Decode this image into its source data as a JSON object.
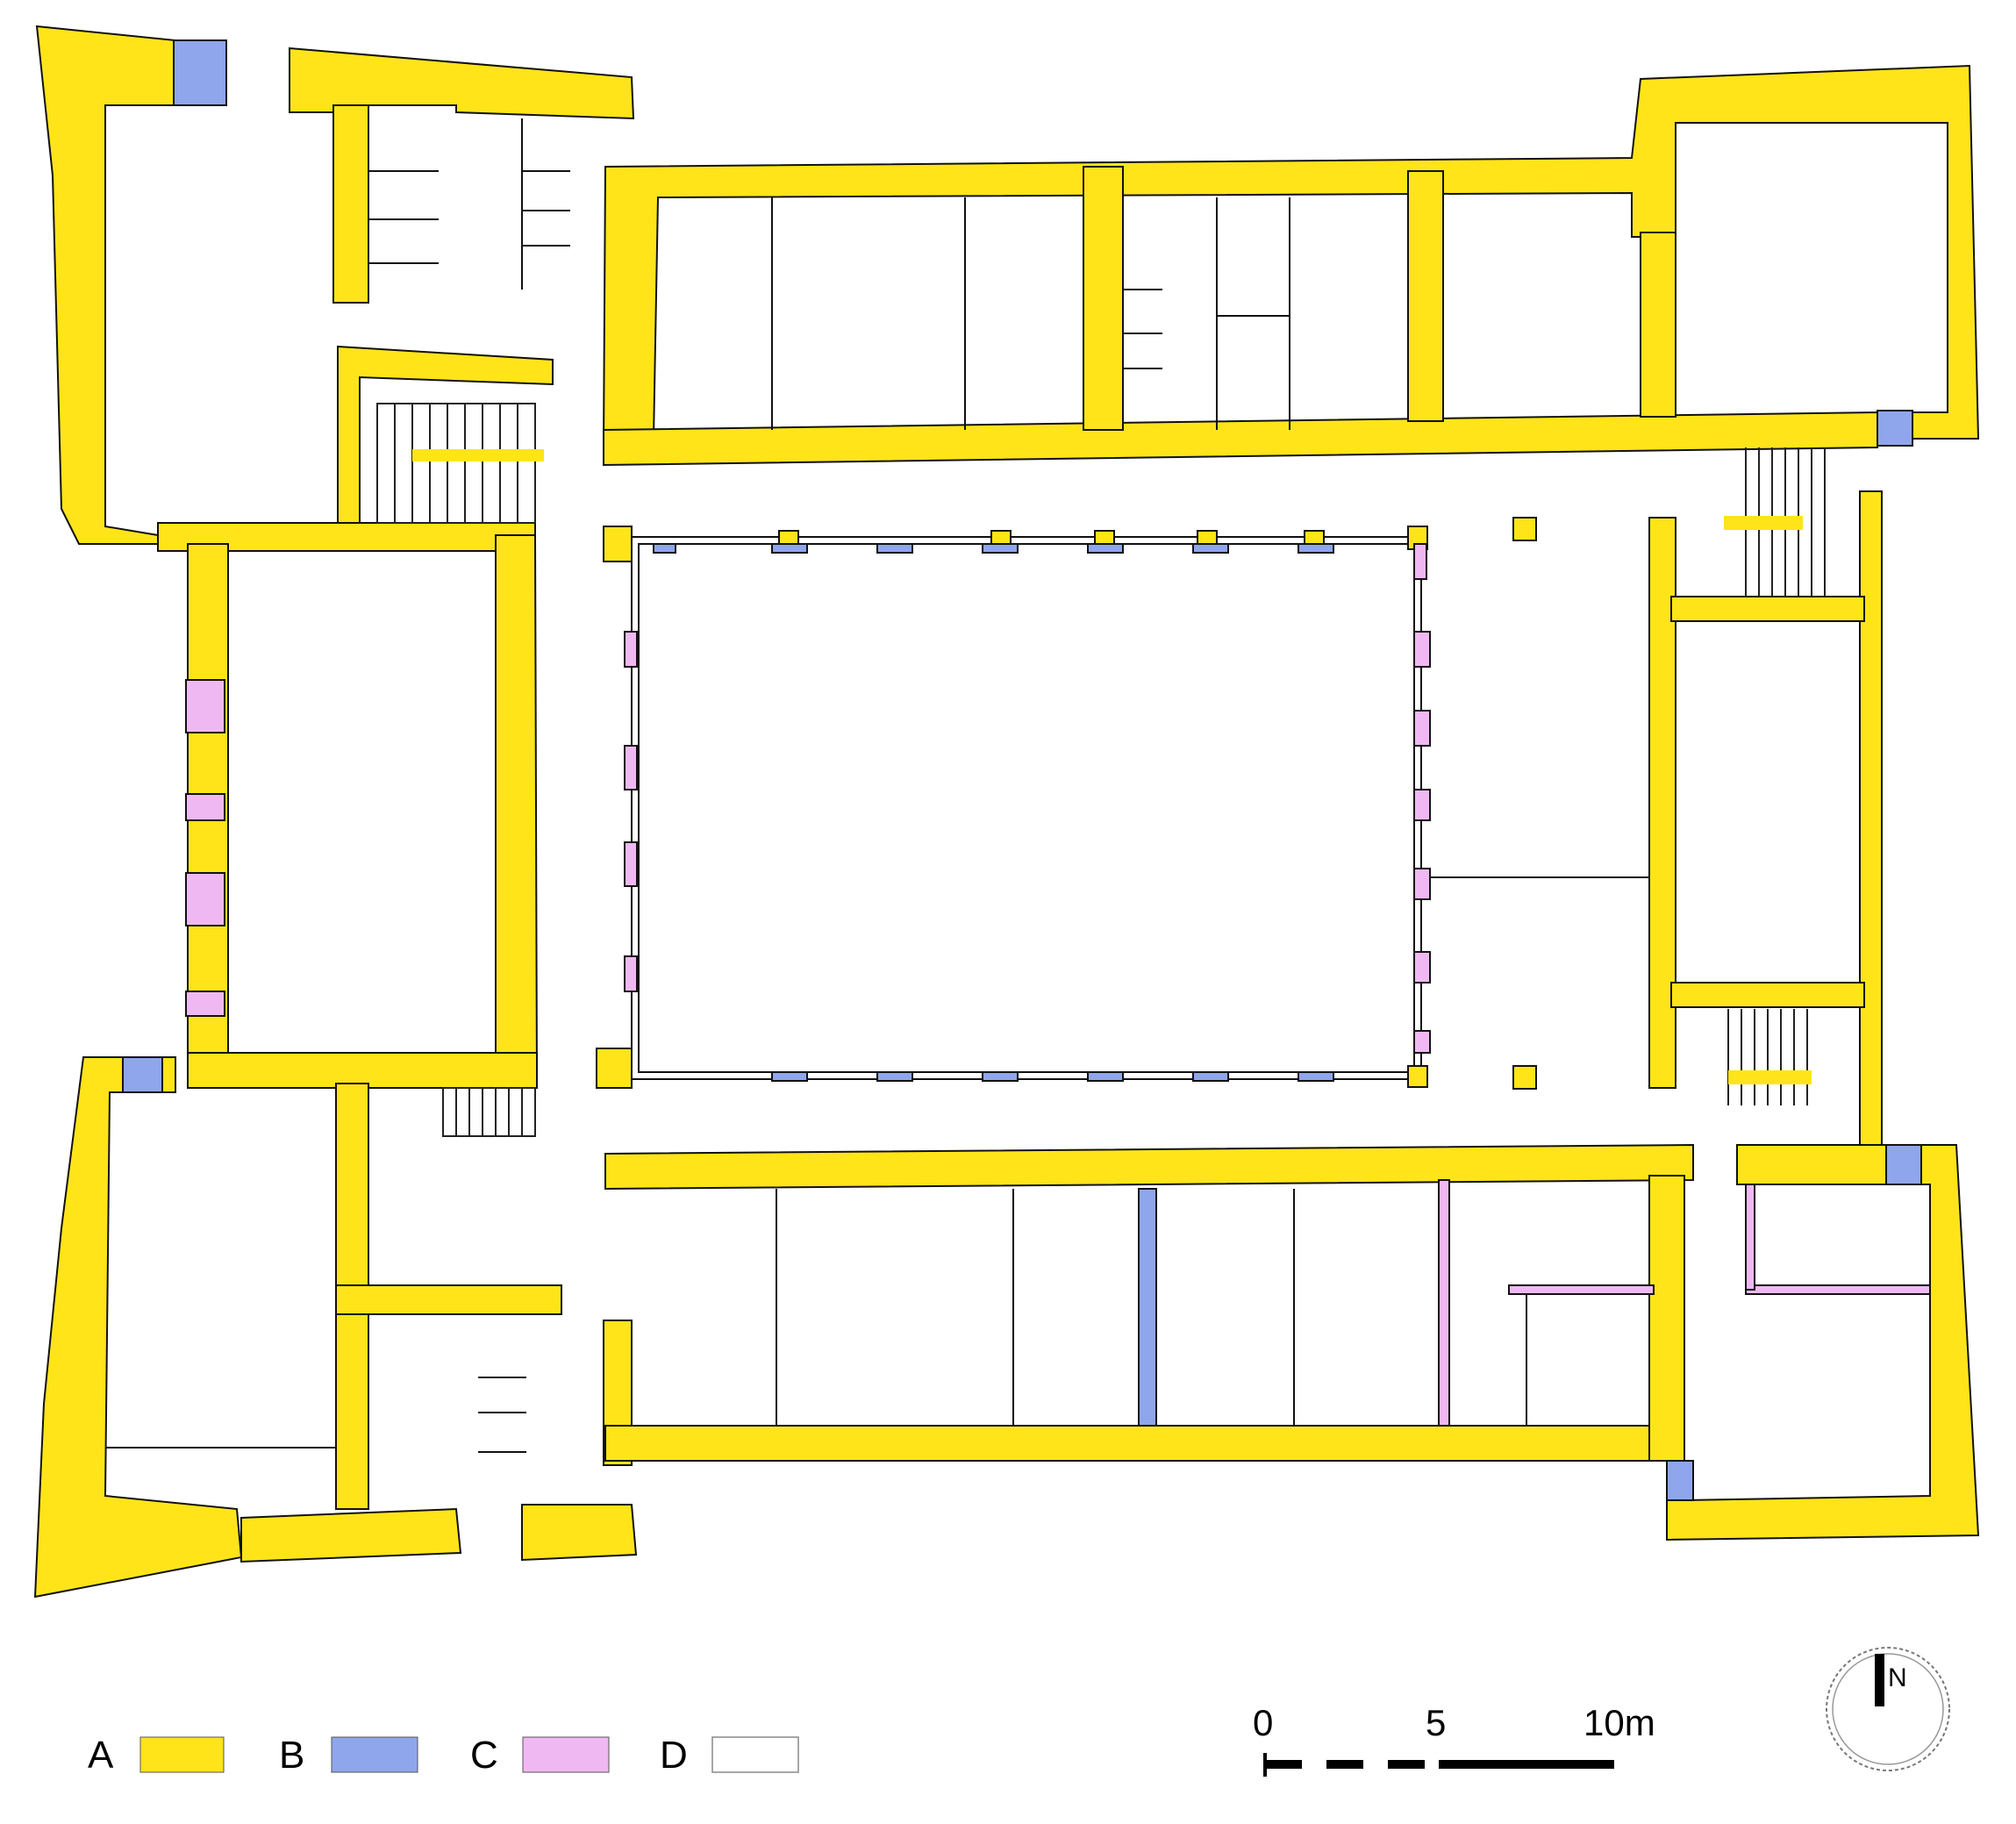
{
  "colors": {
    "A": "#FFE41A",
    "B": "#8FA6EC",
    "C": "#F0B8F2",
    "D": "#FFFFFF",
    "line": "#111111"
  },
  "legend": [
    {
      "key": "A",
      "label": "A"
    },
    {
      "key": "B",
      "label": "B"
    },
    {
      "key": "C",
      "label": "C"
    },
    {
      "key": "D",
      "label": "D"
    }
  ],
  "scale_bar": {
    "ticks": [
      "0",
      "5",
      "10m"
    ]
  },
  "north_arrow": {
    "label": "N"
  }
}
